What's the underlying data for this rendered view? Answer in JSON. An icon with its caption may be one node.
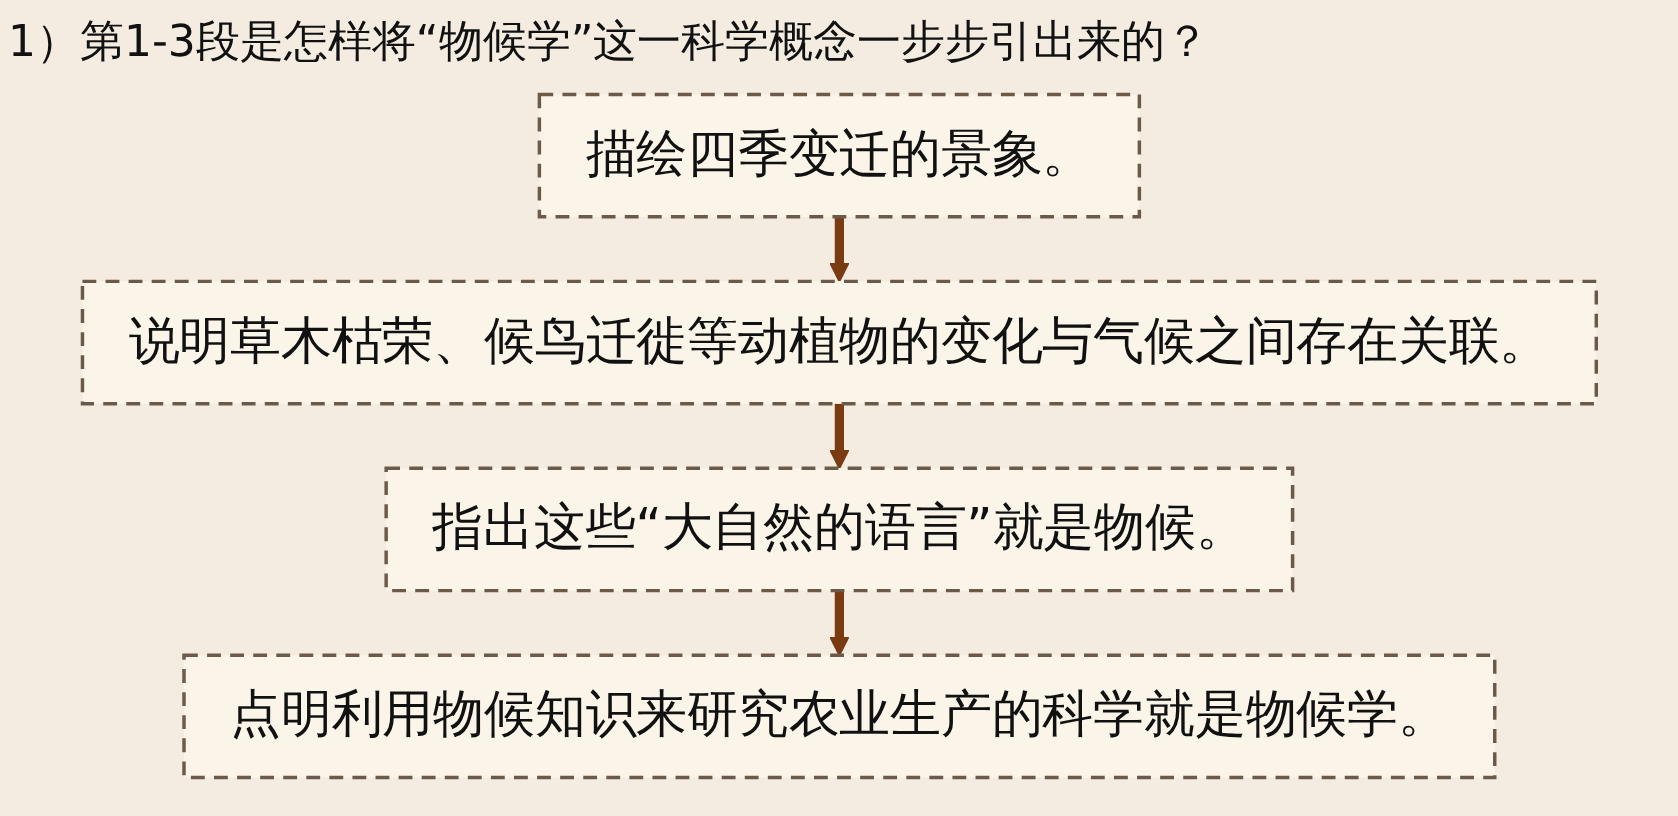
{
  "diagram": {
    "title": "1）第1-3段是怎样将“物候学”这一科学概念一步步引出来的？",
    "nodes": [
      {
        "text": [
          "描绘四季变迁的景象。"
        ]
      },
      {
        "text": [
          "说明草木枯荣、候鸟迁徙等动植物的变化与气候之间存在关联。"
        ]
      },
      {
        "text": [
          "指出这些“大自然的语言”就是物候。"
        ]
      },
      {
        "text": [
          "点明利用物候知识来研究农业生产的科学就是物候学。"
        ]
      }
    ],
    "edges": [
      {
        "from": 0,
        "to": 1,
        "arrow": "to"
      },
      {
        "from": 1,
        "to": 2,
        "arrow": "to"
      },
      {
        "from": 2,
        "to": 3,
        "arrow": "to"
      }
    ]
  }
}
